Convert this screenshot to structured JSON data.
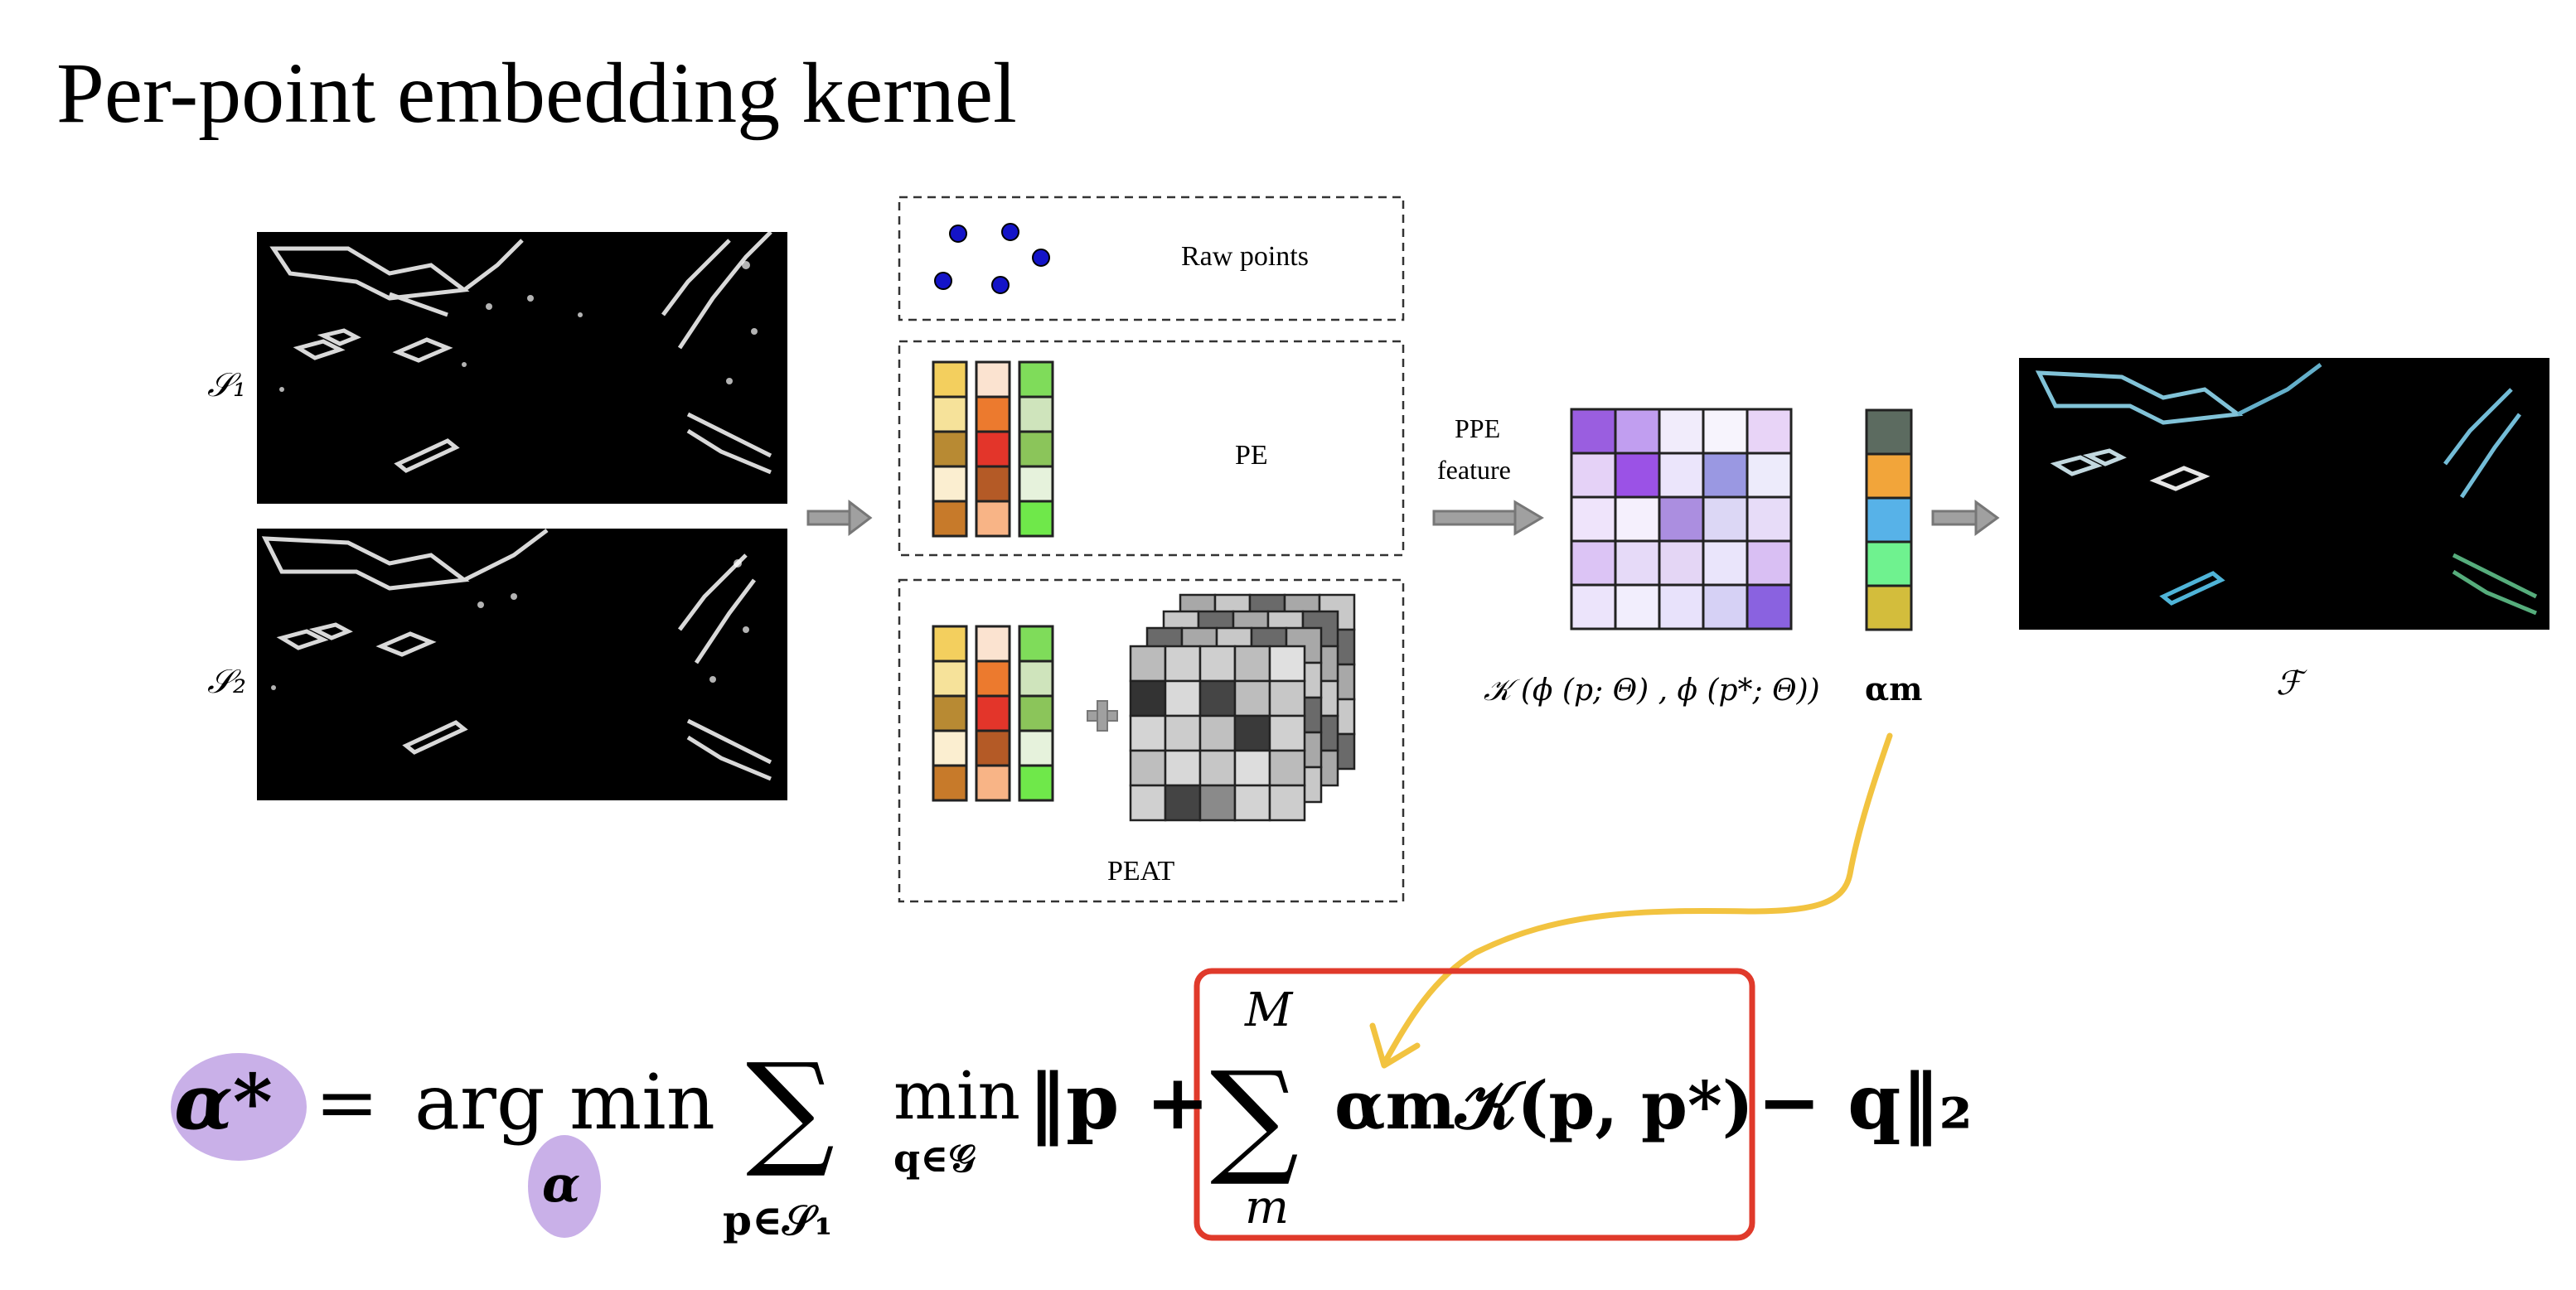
{
  "title": "Per-point embedding kernel",
  "sets": {
    "s1_label": "𝒮₁",
    "s2_label": "𝒮₂",
    "output_label": "ℱ"
  },
  "panels": {
    "raw_points": "Raw points",
    "pe": "PE",
    "peat": "PEAT"
  },
  "ppe": {
    "line1": "PPE",
    "line2": "feature"
  },
  "kernel_caption": "𝒦 (ϕ (p; Θ) , ϕ (p*; Θ))",
  "alpha_m_label": "αm",
  "equation": {
    "lhs": "α*",
    "equals": "=",
    "argmin": "arg min",
    "argmin_sub": "α",
    "sum": "∑",
    "sum_sub": "p∈𝒮₁",
    "min": "min",
    "min_sub": "q∈𝒢",
    "norm_open": "‖p +",
    "inner_sum_sup": "M",
    "inner_sum_sub": "m",
    "inner_term": "αm𝒦(p, p*)",
    "tail": "− q‖₂"
  },
  "colors": {
    "highlight_purple": "#c9b0e8",
    "box_red": "#e03a2b",
    "arrow_yellow": "#f2c340",
    "point_blue": "#1414c8",
    "arrow_gray": "#a0a0a0"
  },
  "alpha_colors": [
    "#5c6b60",
    "#f2a53a",
    "#57b2e8",
    "#6ff28f",
    "#d3bd3c"
  ],
  "pe_columns": [
    [
      "#f3cf5e",
      "#f6e29a",
      "#b88a33",
      "#fbeed0",
      "#c77a2a"
    ],
    [
      "#fbe3d0",
      "#ec7a2e",
      "#e3352a",
      "#b45a26",
      "#f8b486"
    ],
    [
      "#7fdc5a",
      "#cfe4bc",
      "#8bc55a",
      "#e6f2dc",
      "#6fe84a"
    ]
  ],
  "kernel_matrix": [
    [
      "#9a5ee0",
      "#c19ef0",
      "#f1ecfb",
      "#f7f4fd",
      "#e8d4f7"
    ],
    [
      "#e5d2f7",
      "#9b52e6",
      "#ebe5fb",
      "#9a98e2",
      "#edebfb"
    ],
    [
      "#efe4fb",
      "#f5f0fd",
      "#ab8ee0",
      "#dcd7f5",
      "#e7dcf8"
    ],
    [
      "#dcc4f5",
      "#e6daf8",
      "#e4d6f5",
      "#eae5fb",
      "#d9bff3"
    ],
    [
      "#ece4fb",
      "#f2eefd",
      "#e8e2fb",
      "#d6d1f5",
      "#8a62e0"
    ]
  ],
  "peat_grid_front": [
    [
      "#bbbbbb",
      "#d0d0d0",
      "#cfcfcf",
      "#bdbdbd",
      "#e0e0e0"
    ],
    [
      "#333333",
      "#d9d9d9",
      "#454545",
      "#bdbdbd",
      "#c7c7c7"
    ],
    [
      "#d4d4d4",
      "#cccccc",
      "#c0c0c0",
      "#3a3a3a",
      "#d0d0d0"
    ],
    [
      "#bebebe",
      "#d8d8d8",
      "#c6c6c6",
      "#dddddd",
      "#bbbbbb"
    ],
    [
      "#d0d0d0",
      "#444444",
      "#8a8a8a",
      "#d3d3d3",
      "#cdcdcd"
    ]
  ]
}
